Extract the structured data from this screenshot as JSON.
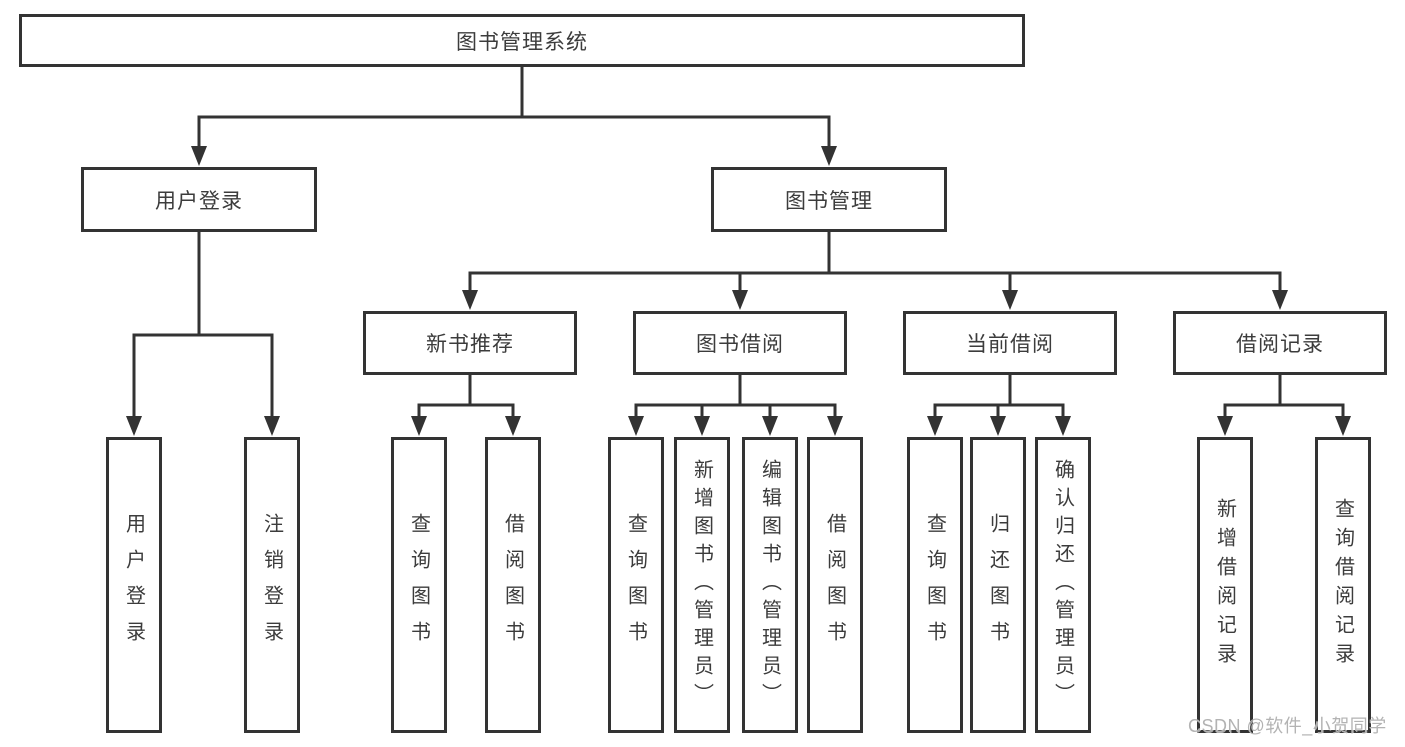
{
  "tree": {
    "root": {
      "label": "图书管理系统"
    },
    "level2": [
      {
        "label": "用户登录",
        "children": [
          {
            "label": "用户登录"
          },
          {
            "label": "注销登录"
          }
        ]
      },
      {
        "label": "图书管理",
        "children": [
          {
            "label": "新书推荐",
            "children": [
              {
                "label": "查询图书"
              },
              {
                "label": "借阅图书"
              }
            ]
          },
          {
            "label": "图书借阅",
            "children": [
              {
                "label": "查询图书"
              },
              {
                "label": "新增图书（管理员）"
              },
              {
                "label": "编辑图书（管理员）"
              },
              {
                "label": "借阅图书"
              }
            ]
          },
          {
            "label": "当前借阅",
            "children": [
              {
                "label": "查询图书"
              },
              {
                "label": "归还图书"
              },
              {
                "label": "确认归还（管理员）"
              }
            ]
          },
          {
            "label": "借阅记录",
            "children": [
              {
                "label": "新增借阅记录"
              },
              {
                "label": "查询借阅记录"
              }
            ]
          }
        ]
      }
    ]
  },
  "watermark": "CSDN @软件_小贺同学",
  "colors": {
    "line": "#333333",
    "text": "#3c3c3c",
    "watermark": "#b3b3b3",
    "background": "#ffffff"
  }
}
